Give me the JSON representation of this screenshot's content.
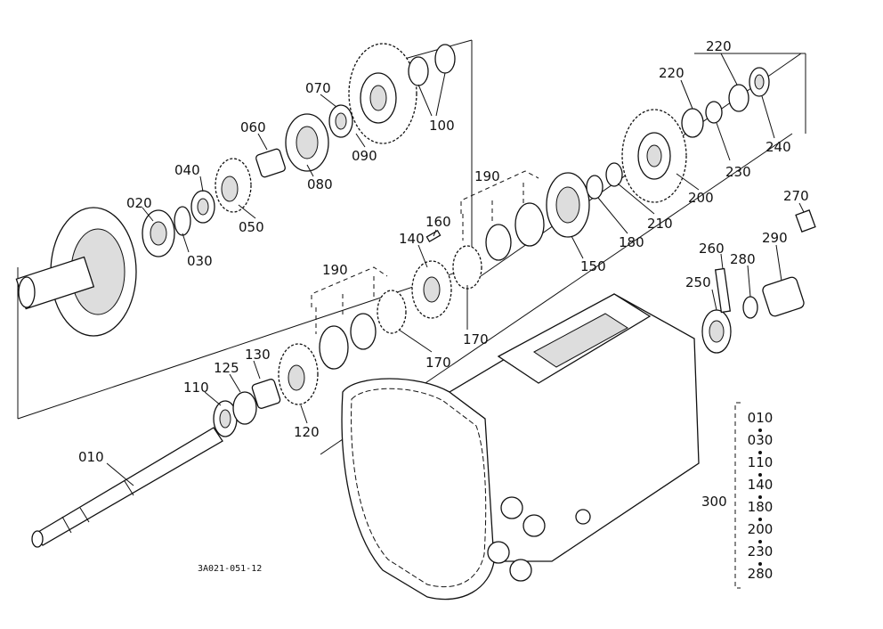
{
  "figure_ref": "3A021-051-12",
  "callouts": {
    "p010": "010",
    "p020": "020",
    "p030": "030",
    "p040": "040",
    "p050": "050",
    "p060": "060",
    "p070": "070",
    "p080": "080",
    "p090": "090",
    "p100": "100",
    "p110": "110",
    "p120": "120",
    "p125": "125",
    "p130": "130",
    "p140": "140",
    "p150": "150",
    "p160": "160",
    "p170a": "170",
    "p170b": "170",
    "p180": "180",
    "p190a": "190",
    "p190b": "190",
    "p200": "200",
    "p210": "210",
    "p220a": "220",
    "p220b": "220",
    "p230": "230",
    "p240": "240",
    "p250": "250",
    "p260": "260",
    "p270": "270",
    "p280": "280",
    "p290": "290",
    "p300": "300"
  },
  "kit_300": {
    "label": "300",
    "items": [
      "010",
      "030",
      "110",
      "140",
      "180",
      "200",
      "230",
      "280"
    ]
  }
}
